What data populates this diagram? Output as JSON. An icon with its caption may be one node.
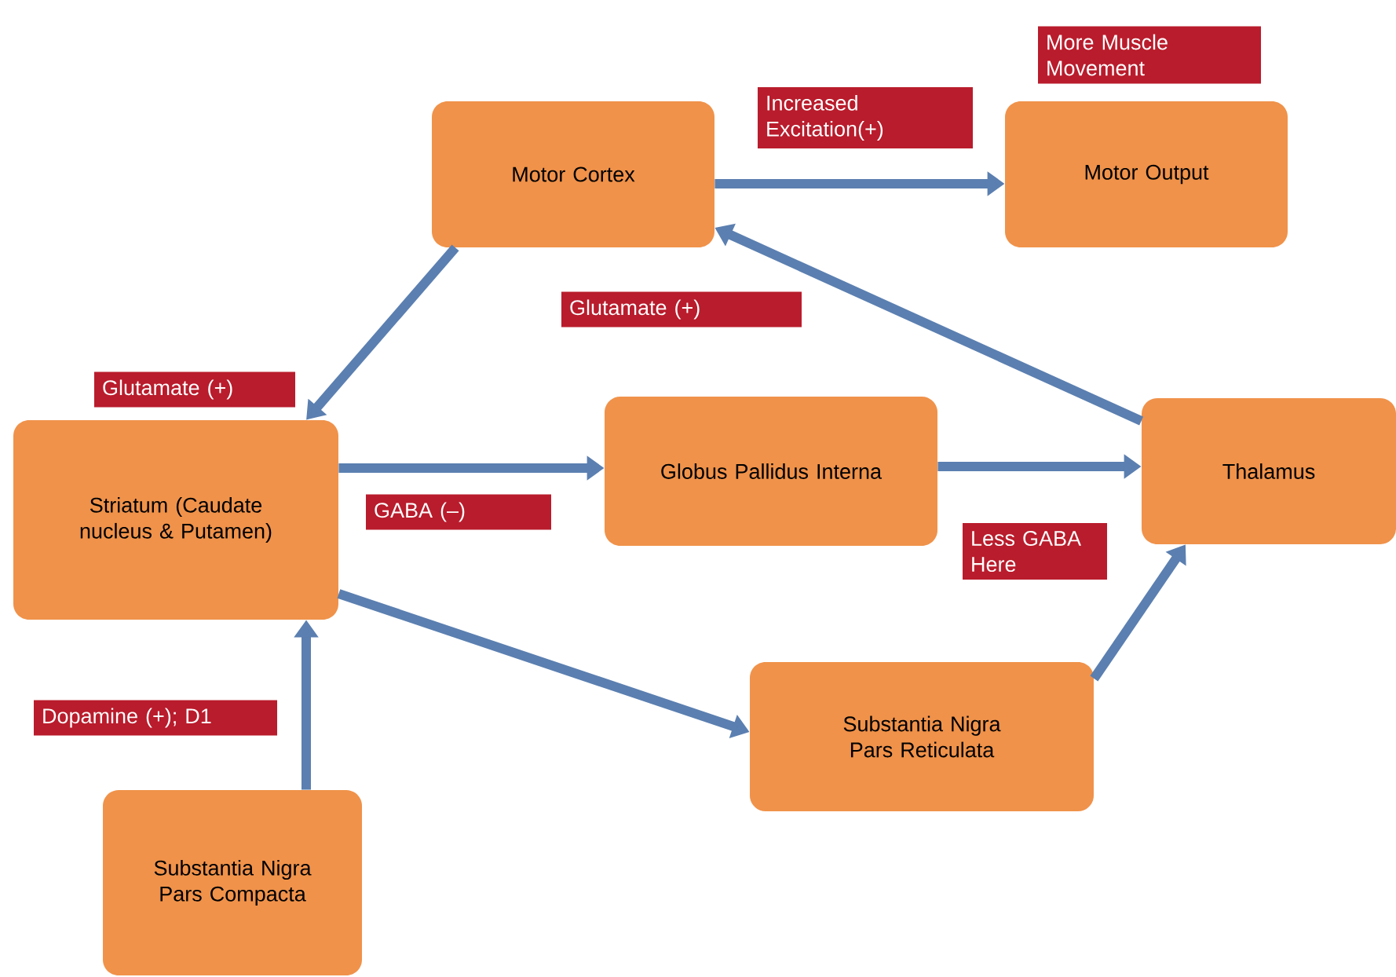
{
  "diagram": {
    "nodes": [
      {
        "text": [
          "Motor Cortex"
        ]
      },
      {
        "text": [
          "Motor Output"
        ],
        "beside": [
          "More Muscle Movement"
        ]
      },
      {
        "text": [
          "Striatum (Caudate nucleus & Putamen)"
        ]
      },
      {
        "text": [
          "Globus Pallidus Interna"
        ]
      },
      {
        "text": [
          "Thalamus"
        ]
      },
      {
        "text": [
          "Substantia Nigra Pars Reticulata"
        ]
      },
      {
        "text": [
          "Substantia Nigra Pars Compacta"
        ]
      }
    ],
    "edges": [
      {
        "from": 0,
        "to": 1,
        "arrow": "to",
        "label": "Increased Excitation(+)"
      },
      {
        "from": 4,
        "to": 0,
        "arrow": "to",
        "label": "Glutamate (+)"
      },
      {
        "from": 0,
        "to": 2,
        "arrow": "to",
        "label": "Glutamate (+)"
      },
      {
        "from": 2,
        "to": 3,
        "arrow": "to",
        "label": "GABA (–)"
      },
      {
        "from": 3,
        "to": 4,
        "arrow": "to",
        "label": "Less GABA Here"
      },
      {
        "from": 2,
        "to": 5,
        "arrow": "to"
      },
      {
        "from": 5,
        "to": 4,
        "arrow": "to"
      },
      {
        "from": 6,
        "to": 2,
        "arrow": "to",
        "label": "Dopamine (+); D1"
      }
    ]
  }
}
